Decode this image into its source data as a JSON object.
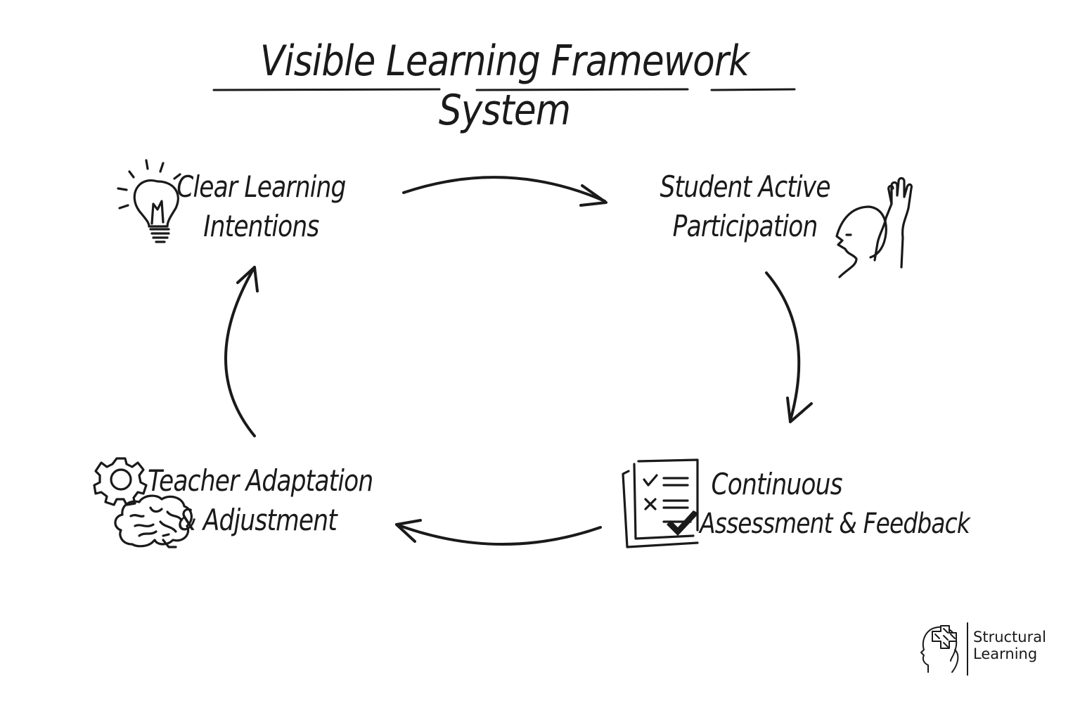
{
  "title": "Visible Learning Framework System",
  "nodes": {
    "clear_learning": {
      "line1": "Clear Learning",
      "line2": "Intentions",
      "icon": "lightbulb-icon"
    },
    "student_active": {
      "line1": "Student Active",
      "line2": "Participation",
      "icon": "raised-hand-person-icon"
    },
    "continuous_assessment": {
      "line1": "Continuous",
      "line2": "Assessment & Feedback",
      "icon": "checklist-icon"
    },
    "teacher_adaptation": {
      "line1": "Teacher Adaptation",
      "line2": "& Adjustment",
      "icon": "gear-brain-icon"
    }
  },
  "logo": {
    "line1": "Structural",
    "line2": "Learning"
  },
  "colors": {
    "ink": "#1a1a1a",
    "background": "#ffffff"
  }
}
